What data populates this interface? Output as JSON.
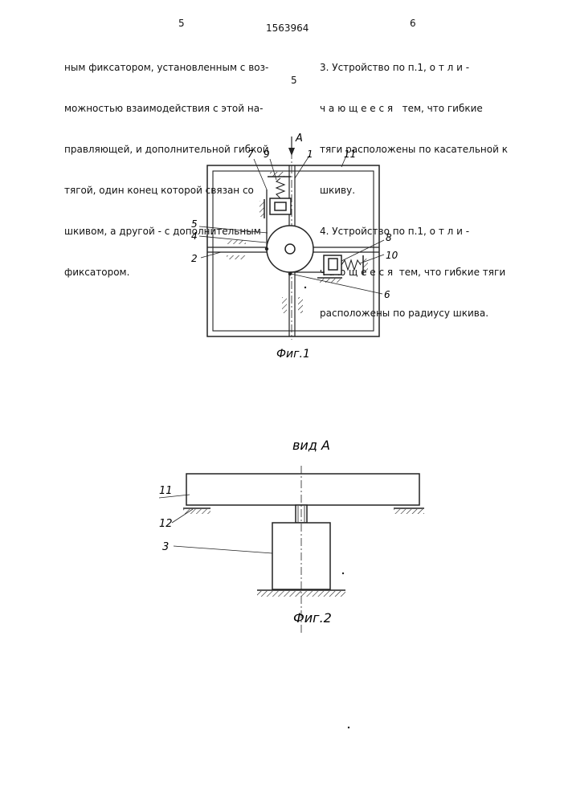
{
  "header": {
    "page_left": "5",
    "patent_number": "1563964",
    "page_right": "6",
    "line_marker": "5"
  },
  "left_column": {
    "lines": [
      "ным фиксатором, установленным с воз-",
      "можностью взаимодействия с этой на-",
      "правляющей, и дополнительной гибкой",
      "тягой, один конец которой связан со",
      "шкивом, а другой - с дополнительным",
      "фиксатором."
    ]
  },
  "right_column": {
    "lines": [
      "3. Устройство по п.1, о т л и -",
      "ч а ю щ е е с я   тем, что гибкие",
      "тяги расположены по касательной к",
      "шкиву.",
      "4. Устройство по п.1, о т л и -",
      "ч а ю щ е е с я  тем, что гибкие тяги",
      "расположены по радиусу шкива."
    ]
  },
  "figure1": {
    "caption": "Фиг.1",
    "view_arrow_label": "A",
    "labels": {
      "l1": "1",
      "l2": "2",
      "l4": "4",
      "l5": "5",
      "l6": "6",
      "l7": "7",
      "l8": "8",
      "l9": "9",
      "l10": "10",
      "l11": "11"
    }
  },
  "figure2": {
    "title": "вид A",
    "caption": "Фиг.2",
    "labels": {
      "l11": "11",
      "l12": "12",
      "l3": "3"
    }
  }
}
